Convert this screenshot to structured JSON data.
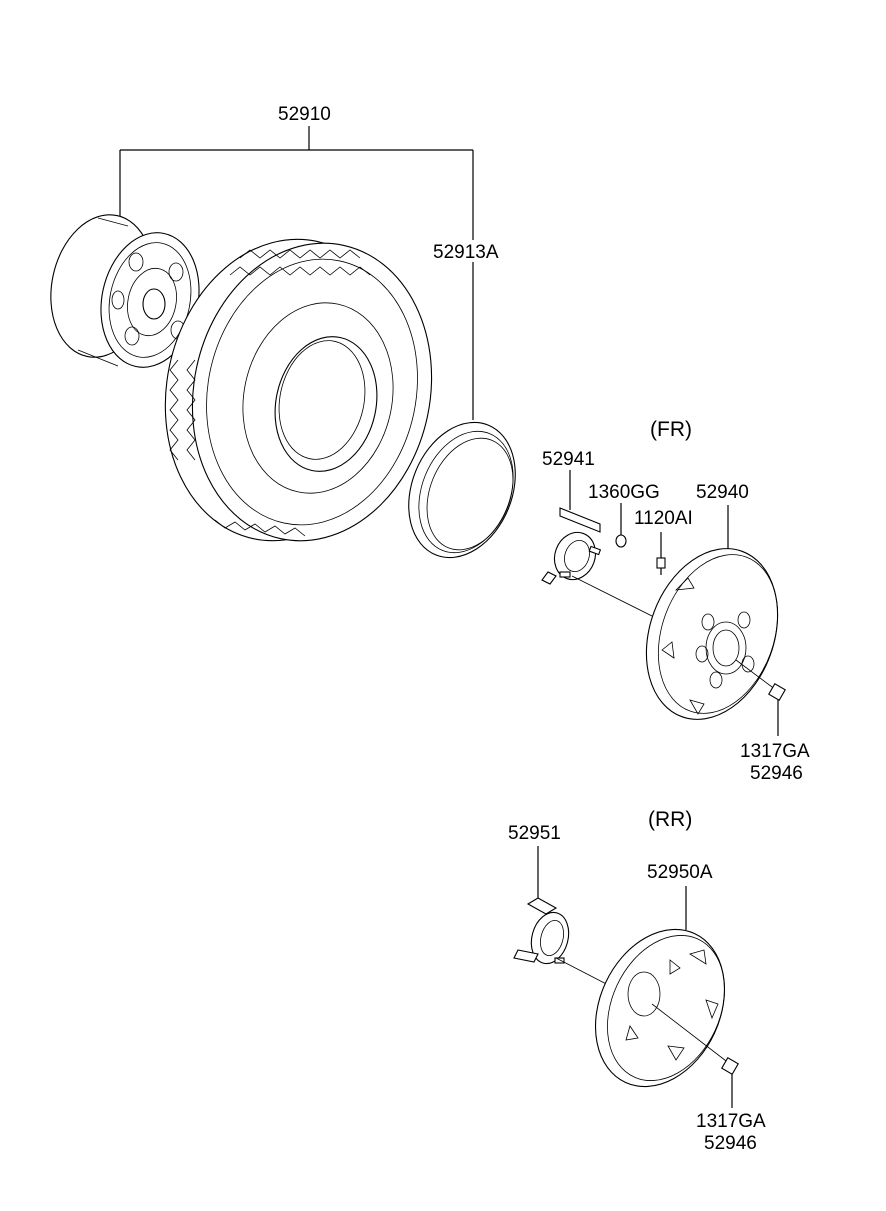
{
  "labels": {
    "wheel_tire_assembly": "52910",
    "tire_flap": "52913A",
    "front_section": "(FR)",
    "front_bracket": "52941",
    "nut_1360": "1360GG",
    "bolt_1120": "1120AI",
    "front_wheel_cover": "52940",
    "front_hub_nut": "1317GA",
    "front_hub_cap": "52946",
    "rear_section": "(RR)",
    "rear_bracket": "52951",
    "rear_wheel_cover": "52950A",
    "rear_hub_nut": "1317GA",
    "rear_hub_cap": "52946"
  }
}
